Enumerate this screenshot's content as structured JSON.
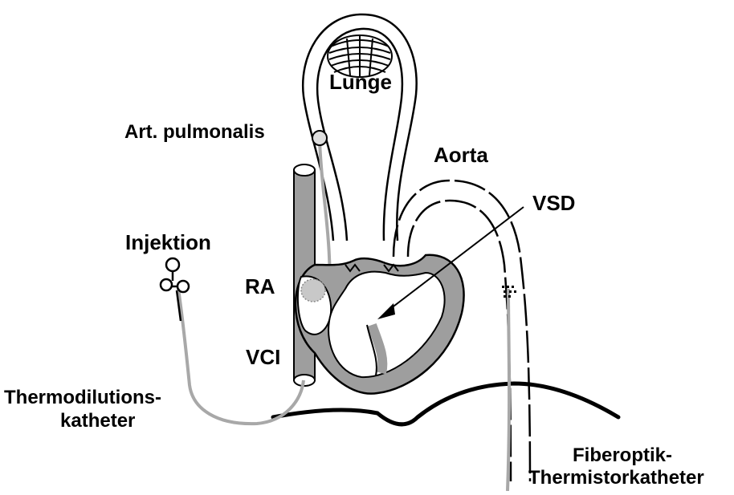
{
  "labels": {
    "lunge": "Lunge",
    "art_pulmonalis": "Art. pulmonalis",
    "aorta": "Aorta",
    "vsd": "VSD",
    "injektion": "Injektion",
    "ra": "RA",
    "vci": "VCI",
    "thermo_line1": "Thermodilutions-",
    "thermo_line2": "katheter",
    "fiber_line1": "Fiberoptik-",
    "fiber_line2": "Thermistorkatheter"
  },
  "colors": {
    "outline": "#000000",
    "vessel_fill": "#9e9e9e",
    "catheter": "#a8a8a8",
    "background": "#ffffff"
  }
}
